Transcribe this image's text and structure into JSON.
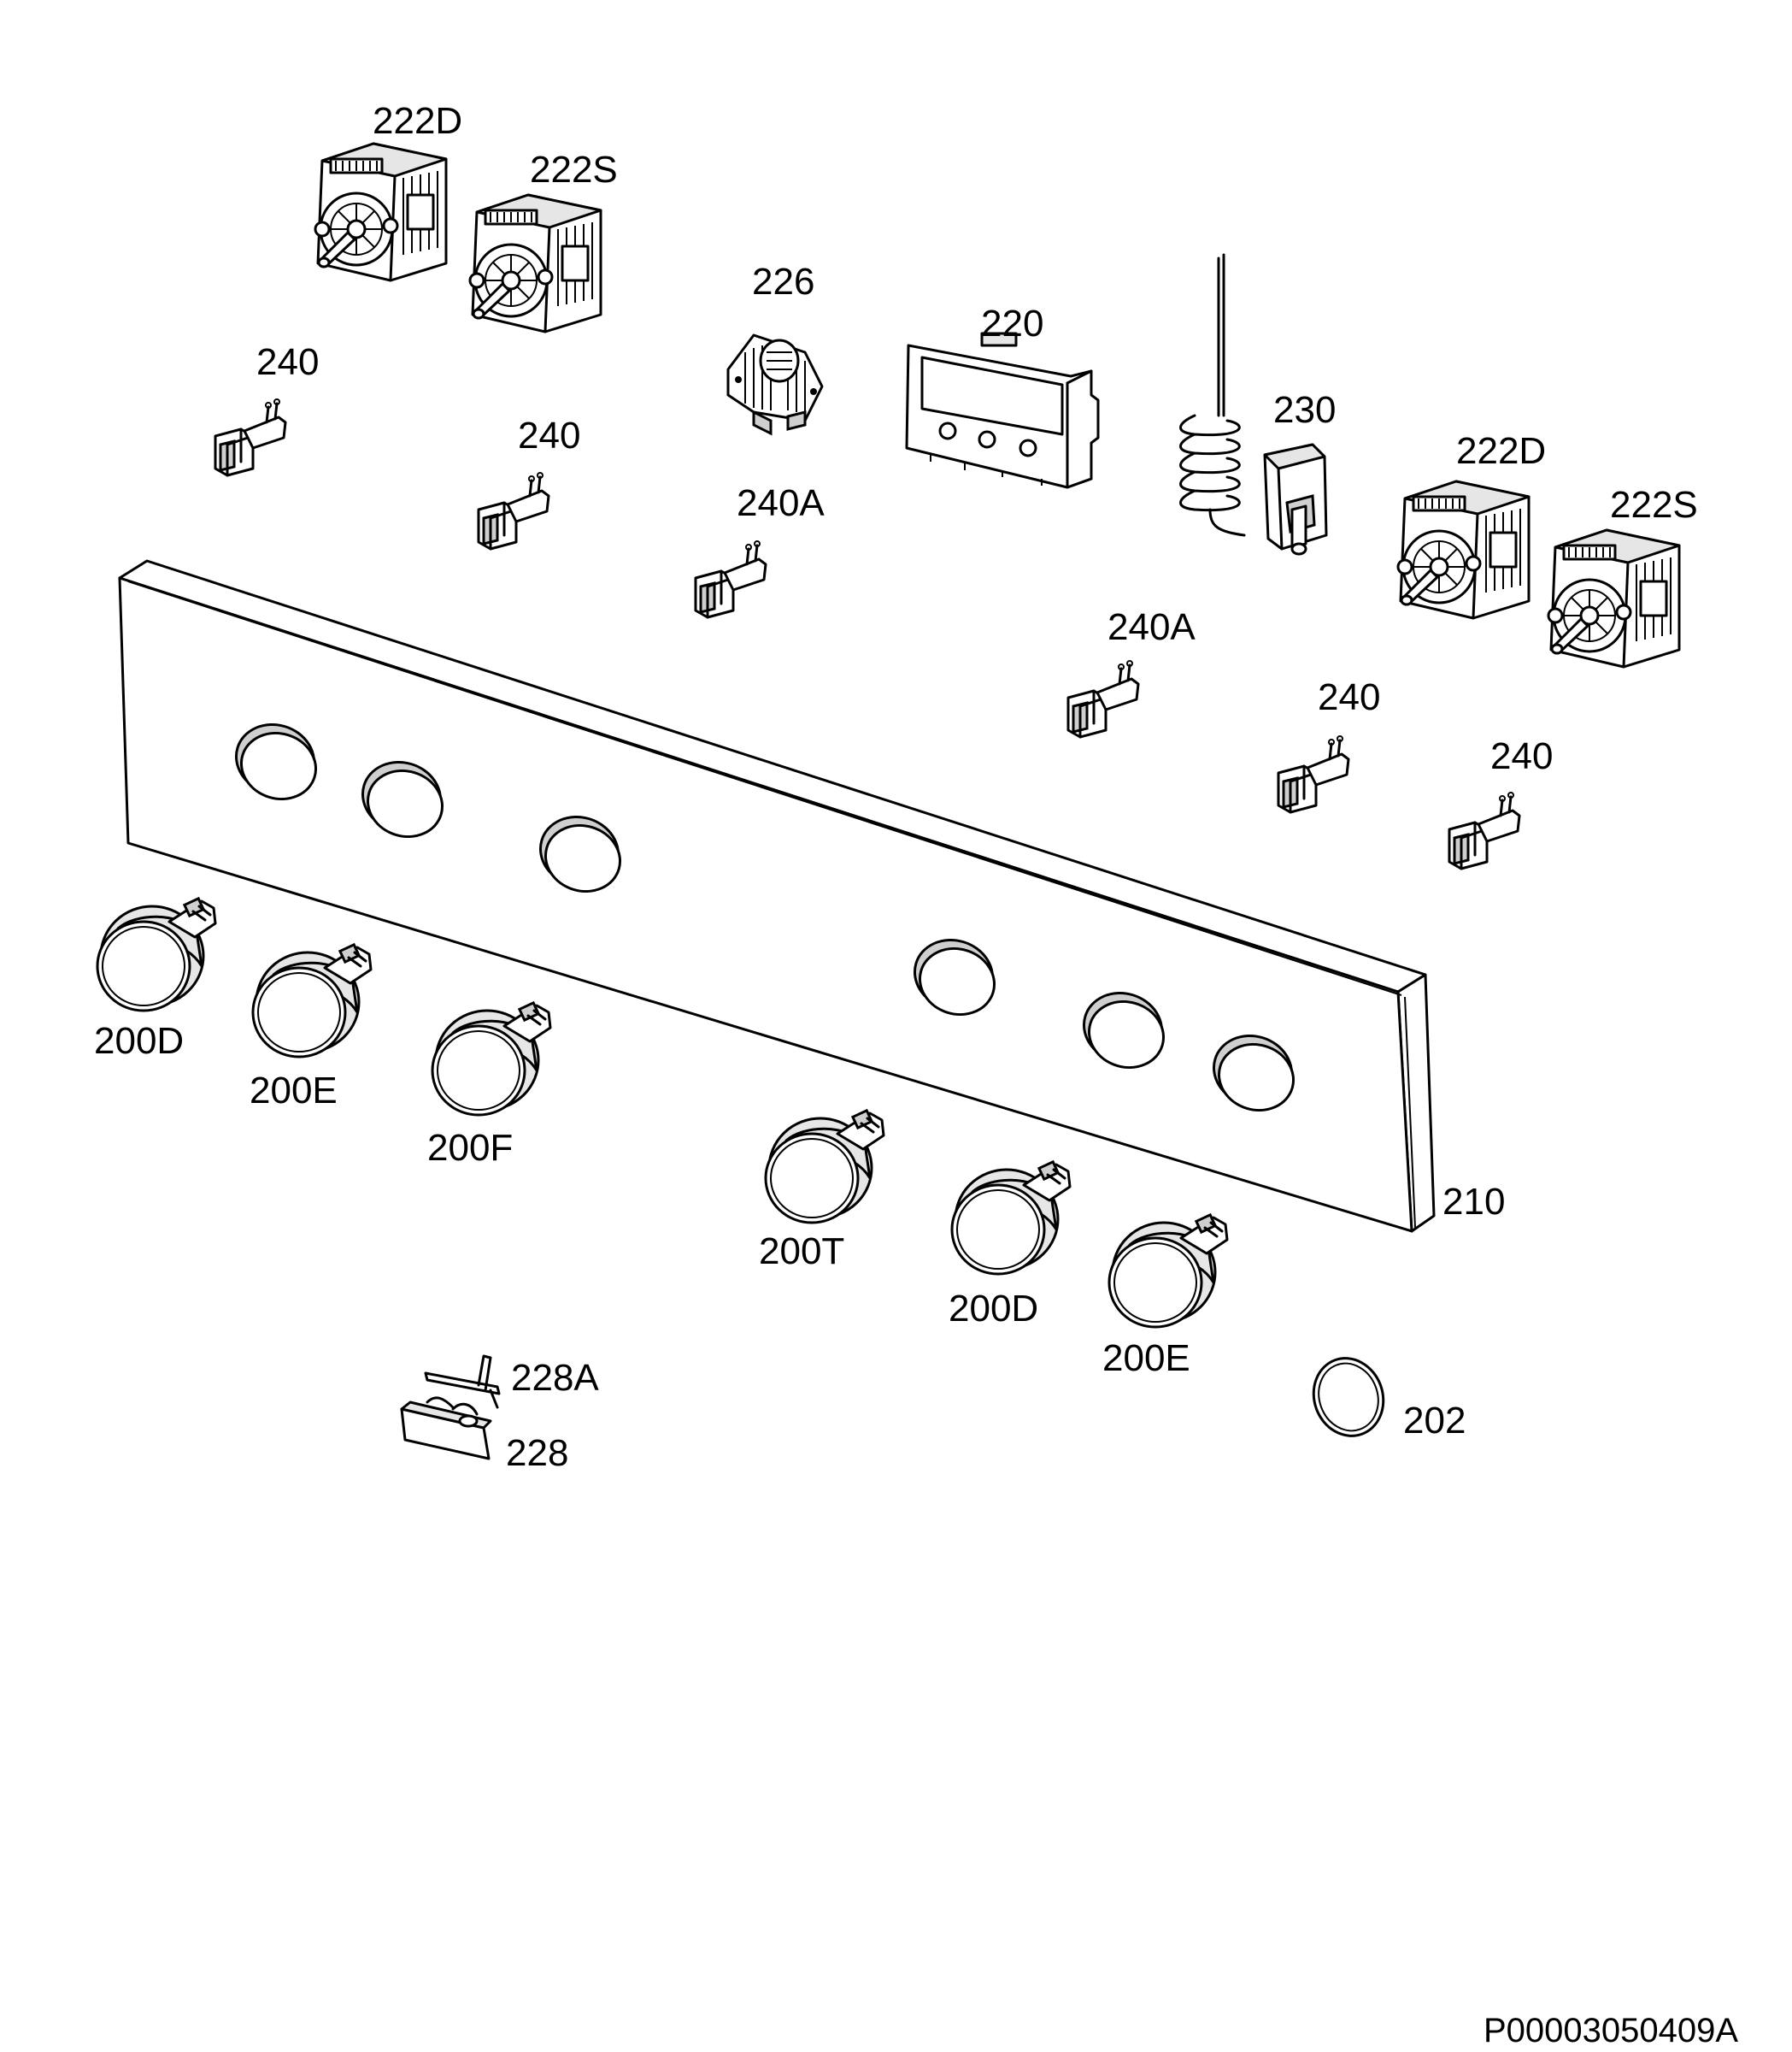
{
  "drawing_id": "P00003050409A",
  "parts": {
    "switch_222d_top": "222D",
    "switch_222s_top": "222S",
    "selector_226": "226",
    "display_220": "220",
    "thermostat_230": "230",
    "switch_222d_right": "222D",
    "switch_222s_right": "222S",
    "lamp_240_a": "240",
    "lamp_240_b": "240",
    "lamp_240a_a": "240A",
    "lamp_240a_b": "240A",
    "lamp_240_c": "240",
    "lamp_240_d": "240",
    "panel_210": "210",
    "knob_200d_a": "200D",
    "knob_200e_a": "200E",
    "knob_200f": "200F",
    "knob_200t": "200T",
    "knob_200d_b": "200D",
    "knob_200e_b": "200E",
    "ring_202": "202",
    "bracket_228a": "228A",
    "handle_228": "228"
  }
}
